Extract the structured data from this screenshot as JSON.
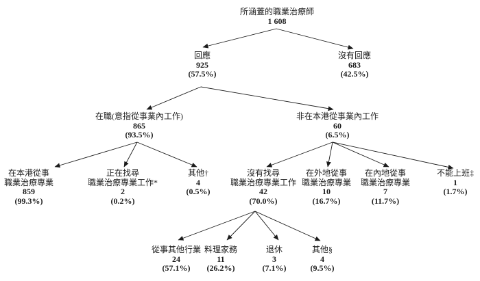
{
  "nodes": {
    "total": {
      "label": "所涵蓋的職業治療師",
      "value": "1 608"
    },
    "responded": {
      "label": "回應",
      "value": "925",
      "pct": "(57.5%)"
    },
    "not_responded": {
      "label": "沒有回應",
      "value": "683",
      "pct": "(42.5%)"
    },
    "employed": {
      "label": "在職(意指從事業內工作)",
      "value": "865",
      "pct": "(93.5%)"
    },
    "not_practicing_hk": {
      "label": "非在本港從事業內工作",
      "value": "60",
      "pct": "(6.5%)"
    },
    "practicing_hk": {
      "label1": "在本港從事",
      "label2": "職業治療專業",
      "value": "859",
      "pct": "(99.3%)"
    },
    "seeking_work": {
      "label1": "正在找尋",
      "label2": "職業治療專業工作*",
      "value": "2",
      "pct": "(0.2%)"
    },
    "other_employed": {
      "label": "其他†",
      "value": "4",
      "pct": "(0.5%)"
    },
    "not_seeking": {
      "label1": "沒有找尋",
      "label2": "職業治療專業工作",
      "value": "42",
      "pct": "(70.0%)"
    },
    "overseas": {
      "label1": "在外地從事",
      "label2": "職業治療專業",
      "value": "10",
      "pct": "(16.7%)"
    },
    "mainland": {
      "label1": "在內地從事",
      "label2": "職業治療專業",
      "value": "7",
      "pct": "(11.7%)"
    },
    "unable_to_work": {
      "label": "不能上班‡",
      "value": "1",
      "pct": "(1.7%)"
    },
    "other_industry": {
      "label": "從事其他行業",
      "value": "24",
      "pct": "(57.1%)"
    },
    "housework": {
      "label": "料理家務",
      "value": "11",
      "pct": "(26.2%)"
    },
    "retired": {
      "label": "退休",
      "value": "3",
      "pct": "(7.1%)"
    },
    "other_not_seeking": {
      "label": "其他§",
      "value": "4",
      "pct": "(9.5%)"
    }
  },
  "edges": [
    {
      "from": "total",
      "to": "responded"
    },
    {
      "from": "total",
      "to": "not_responded"
    },
    {
      "from": "responded",
      "to": "employed"
    },
    {
      "from": "responded",
      "to": "not_practicing_hk"
    },
    {
      "from": "employed",
      "to": "practicing_hk"
    },
    {
      "from": "employed",
      "to": "seeking_work"
    },
    {
      "from": "employed",
      "to": "other_employed"
    },
    {
      "from": "not_practicing_hk",
      "to": "not_seeking"
    },
    {
      "from": "not_practicing_hk",
      "to": "overseas"
    },
    {
      "from": "not_practicing_hk",
      "to": "mainland"
    },
    {
      "from": "not_practicing_hk",
      "to": "unable_to_work"
    },
    {
      "from": "not_seeking",
      "to": "other_industry"
    },
    {
      "from": "not_seeking",
      "to": "housework"
    },
    {
      "from": "not_seeking",
      "to": "retired"
    },
    {
      "from": "not_seeking",
      "to": "other_not_seeking"
    }
  ],
  "colors": {
    "line": "#1c1c1c",
    "text": "#1c1c1c",
    "background": "#ffffff"
  }
}
